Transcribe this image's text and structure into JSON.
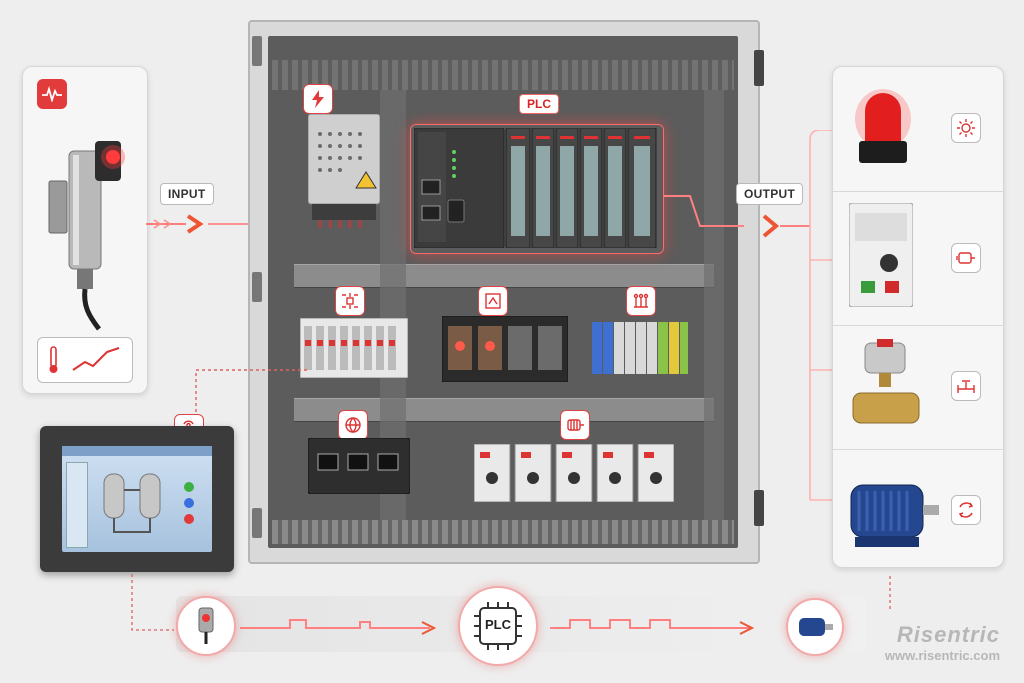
{
  "labels": {
    "input": "INPUT",
    "output": "OUTPUT",
    "plc_panel": "PLC",
    "plc_chip": "PLC"
  },
  "watermark": {
    "brand": "Risentric",
    "url": "www.risentric.com"
  },
  "icons": [
    "waveform-icon",
    "thermometer-trend-icon",
    "power-bolt-icon",
    "distribution-icon",
    "relay-icon",
    "terminal-icon",
    "network-globe-icon",
    "motor-icon",
    "touch-icon",
    "light-icon",
    "motor-outline-icon",
    "valve-icon",
    "cycle-icon",
    "chip-icon"
  ],
  "colors": {
    "accent": "#e03a3a",
    "glow": "#ff6a6a",
    "panel": "#5c5c5c"
  }
}
